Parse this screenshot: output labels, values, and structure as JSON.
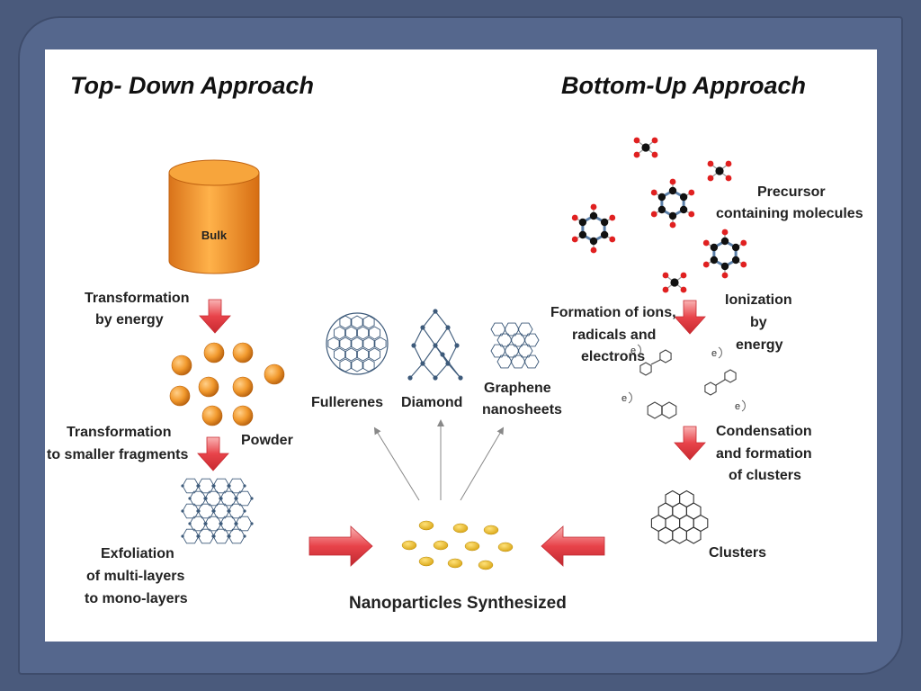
{
  "titles": {
    "top_down": "Top- Down Approach",
    "bottom_up": "Bottom-Up Approach"
  },
  "top_down": {
    "bulk": "Bulk",
    "step1": [
      "Transformation",
      "by energy"
    ],
    "powder": "Powder",
    "step2": [
      "Transformation",
      "to smaller fragments"
    ],
    "step3": [
      "Exfoliation",
      "of multi-layers",
      "to mono-layers"
    ]
  },
  "center": {
    "fullerenes": "Fullerenes",
    "diamond": "Diamond",
    "graphene": [
      "Graphene",
      "nanosheets"
    ],
    "result": "Nanoparticles Synthesized"
  },
  "bottom_up": {
    "precursor": [
      "Precursor",
      "containing molecules"
    ],
    "ionization": [
      "Ionization",
      "by",
      "energy"
    ],
    "ions": [
      "Formation of ions,",
      "radicals and",
      "electrons"
    ],
    "electron_symbol": "e",
    "condensation": [
      "Condensation",
      "and formation",
      "of clusters"
    ],
    "clusters": "Clusters"
  },
  "colors": {
    "background": "#4a5a7c",
    "bulk_orange": "#f29a2e",
    "arrow_red": "#e8434a",
    "nanoparticle_gold": "#e8b820",
    "atom_red": "#e02020",
    "atom_black": "#111111",
    "lattice_blue": "#3d5a7a"
  }
}
